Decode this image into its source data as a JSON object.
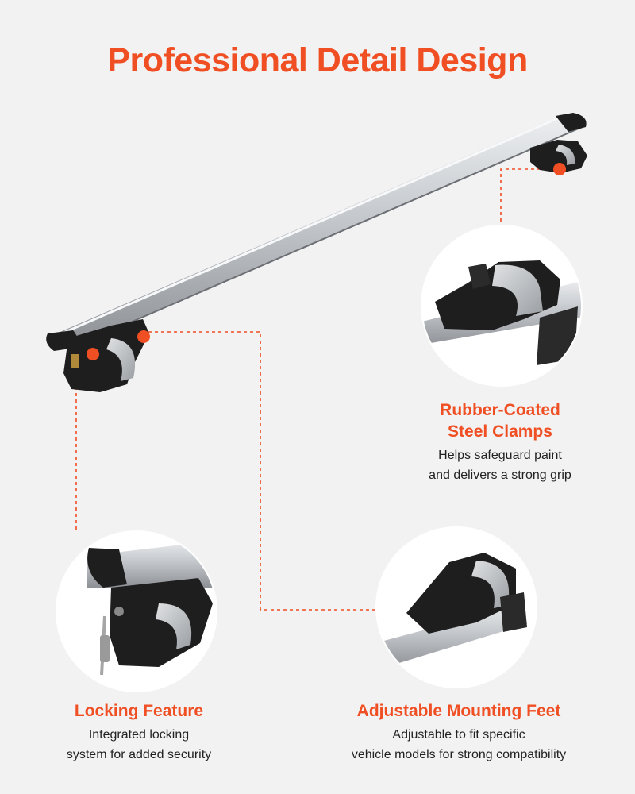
{
  "title": "Professional Detail Design",
  "colors": {
    "accent": "#f04e23",
    "background": "#f2f2f2",
    "bar_silver": "#c9cdd1",
    "rubber_black": "#1e1e1e",
    "detail_circle": "#ffffff"
  },
  "features": {
    "clamp": {
      "title_line1": "Rubber-Coated",
      "title_line2": "Steel Clamps",
      "desc_line1": "Helps safeguard paint",
      "desc_line2": "and delivers a strong grip",
      "icon": "clamp-detail-image"
    },
    "lock": {
      "title": "Locking Feature",
      "desc_line1": "Integrated locking",
      "desc_line2": "system for added security",
      "icon": "lock-key-detail-image"
    },
    "feet": {
      "title": "Adjustable Mounting Feet",
      "desc_line1": "Adjustable to fit specific",
      "desc_line2": "vehicle models for strong compatibility",
      "icon": "mounting-foot-detail-image"
    }
  }
}
